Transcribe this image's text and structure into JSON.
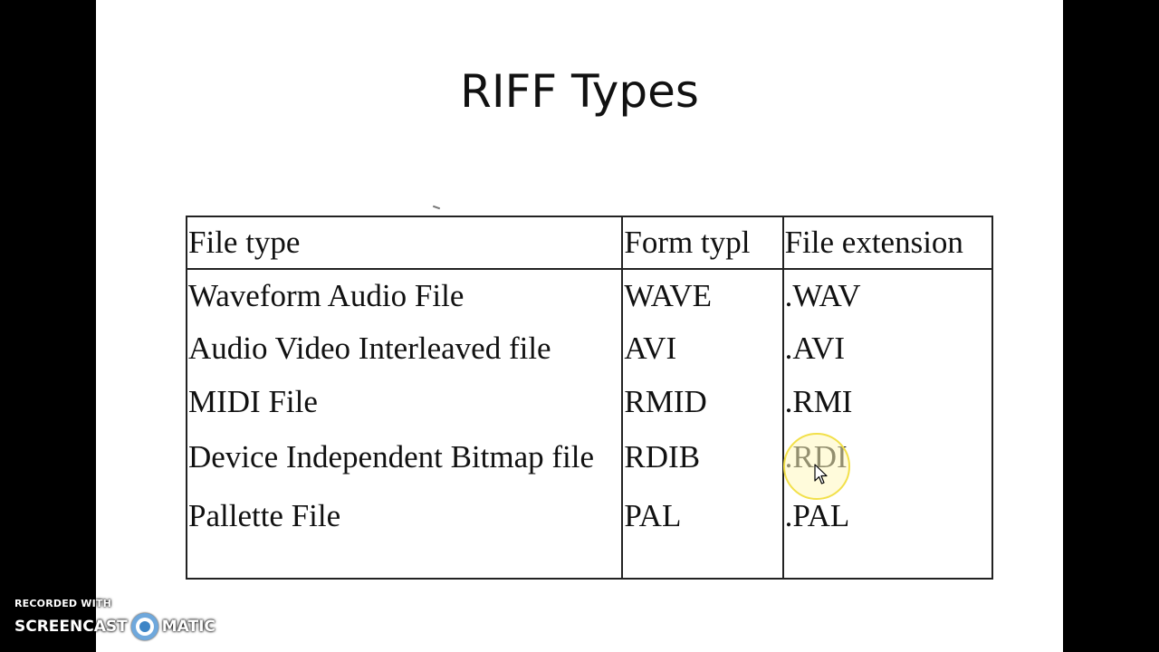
{
  "slide": {
    "title": "RIFF Types"
  },
  "table": {
    "headers": [
      "File type",
      "Form typl",
      "File extension"
    ],
    "rows": [
      [
        "Waveform Audio File",
        "WAVE",
        ".WAV"
      ],
      [
        "Audio Video Interleaved file",
        "AVI",
        ".AVI"
      ],
      [
        "MIDI File",
        "RMID",
        ".RMI"
      ],
      [
        "Device Independent Bitmap file",
        "RDIB",
        ".RDI"
      ],
      [
        "Pallette File",
        "PAL",
        ".PAL"
      ]
    ]
  },
  "watermark": {
    "line1": "RECORDED WITH",
    "left_text": "SCREENCAST",
    "right_text": "MATIC",
    "logo_icon": "screencast-o-matic-logo-icon"
  },
  "colors": {
    "background": "#000000",
    "slide": "#ffffff",
    "text": "#111111",
    "cursor_highlight": "#f2e04a"
  }
}
